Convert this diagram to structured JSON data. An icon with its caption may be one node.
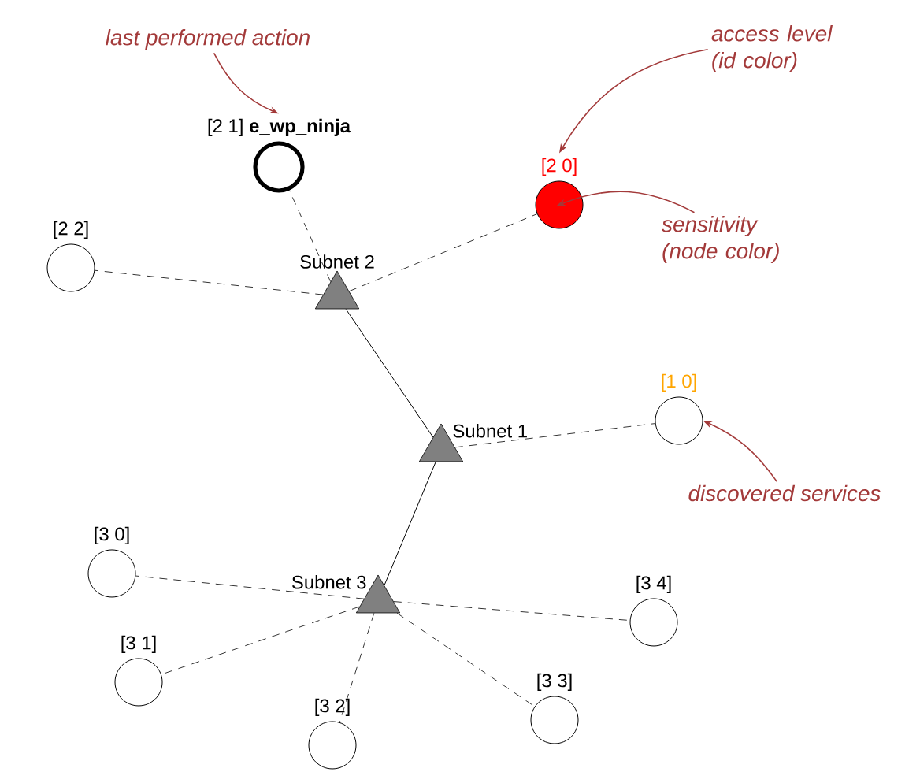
{
  "diagram": {
    "nodes": [
      {
        "text": [
          "Subnet 2"
        ]
      },
      {
        "text": [
          "[2 2]"
        ]
      },
      {
        "text": [
          "[2 1] **e_wp_ninja**"
        ]
      },
      {
        "text": [
          "[2 0]"
        ]
      },
      {
        "text": [
          "Subnet 1"
        ]
      },
      {
        "text": [
          "[1 0]"
        ]
      },
      {
        "text": [
          "Subnet 3"
        ]
      },
      {
        "text": [
          "[3 0]"
        ]
      },
      {
        "text": [
          "[3 1]"
        ]
      },
      {
        "text": [
          "[3 2]"
        ]
      },
      {
        "text": [
          "[3 3]"
        ]
      },
      {
        "text": [
          "[3 4]"
        ]
      },
      {
        "text": [
          "last performed action"
        ]
      },
      {
        "text": [
          "access level (id color)"
        ]
      },
      {
        "text": [
          "sensitivity (node color)"
        ]
      },
      {
        "text": [
          "discovered services"
        ]
      }
    ],
    "edges": [
      {
        "from": 0,
        "to": 1,
        "arrow": "none",
        "style": "dashed"
      },
      {
        "from": 0,
        "to": 2,
        "arrow": "none",
        "style": "dashed"
      },
      {
        "from": 0,
        "to": 3,
        "arrow": "none",
        "style": "dashed"
      },
      {
        "from": 0,
        "to": 4,
        "arrow": "none"
      },
      {
        "from": 4,
        "to": 5,
        "arrow": "none",
        "style": "dashed"
      },
      {
        "from": 4,
        "to": 6,
        "arrow": "none"
      },
      {
        "from": 6,
        "to": 7,
        "arrow": "none",
        "style": "dashed"
      },
      {
        "from": 6,
        "to": 8,
        "arrow": "none",
        "style": "dashed"
      },
      {
        "from": 6,
        "to": 9,
        "arrow": "none",
        "style": "dashed"
      },
      {
        "from": 6,
        "to": 10,
        "arrow": "none",
        "style": "dashed"
      },
      {
        "from": 6,
        "to": 11,
        "arrow": "none",
        "style": "dashed"
      },
      {
        "from": 12,
        "to": 2,
        "arrow": "to",
        "color": "#a33a3a"
      },
      {
        "from": 13,
        "to": 3,
        "arrow": "to",
        "color": "#a33a3a"
      },
      {
        "from": 14,
        "to": 3,
        "arrow": "to",
        "color": "#a33a3a"
      },
      {
        "from": 15,
        "to": 5,
        "arrow": "to",
        "color": "#a33a3a"
      }
    ]
  }
}
